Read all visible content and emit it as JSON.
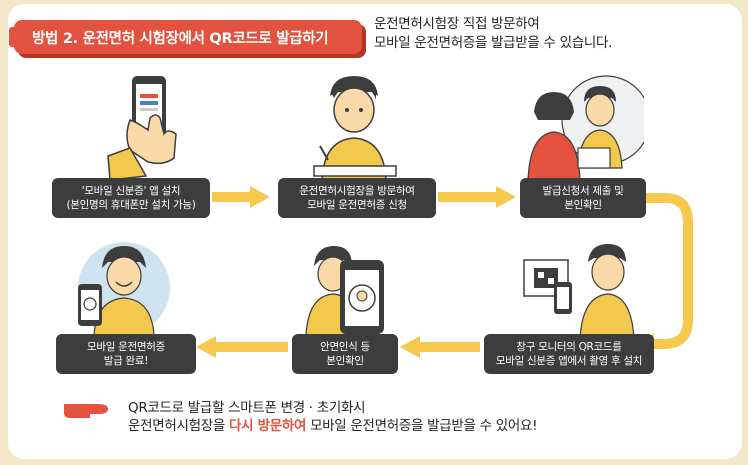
{
  "title": "방법 2. 운전면허 시험장에서 QR코드로 발급하기",
  "intro": {
    "line1": "운전면허시험장 직접 방문하여",
    "line2": "모바일 운전면허증을 발급받을 수 있습니다."
  },
  "steps": [
    {
      "line1": "'모바일 신분증' 앱 설치",
      "line2": "(본인명의 휴대폰만 설치 가능)"
    },
    {
      "line1": "운전면허시험장을 방문하여",
      "line2": "모바일 운전면허증 신청"
    },
    {
      "line1": "발급신청서 제출 및",
      "line2": "본인확인"
    },
    {
      "line1": "창구 모니터의 QR코드를",
      "line2": "모바일 신분증 앱에서 촬영 후 설치"
    },
    {
      "line1": "안면인식 등",
      "line2": "본인확인"
    },
    {
      "line1": "모바일 운전면허증",
      "line2": "발급 완료!"
    }
  ],
  "note": {
    "line1": "QR코드로 발급할 스마트폰 변경 · 초기화시",
    "line2_before": "운전면허시험장을 ",
    "line2_accent": "다시 방문하여",
    "line2_after": " 모바일 운전면허증을 발급받을 수 있어요!"
  },
  "colors": {
    "accent": "#e2523e",
    "arrow": "#f6c84d",
    "box": "#3d3d3d",
    "shirt": "#f2c94c",
    "background": "#f3e7c9"
  }
}
